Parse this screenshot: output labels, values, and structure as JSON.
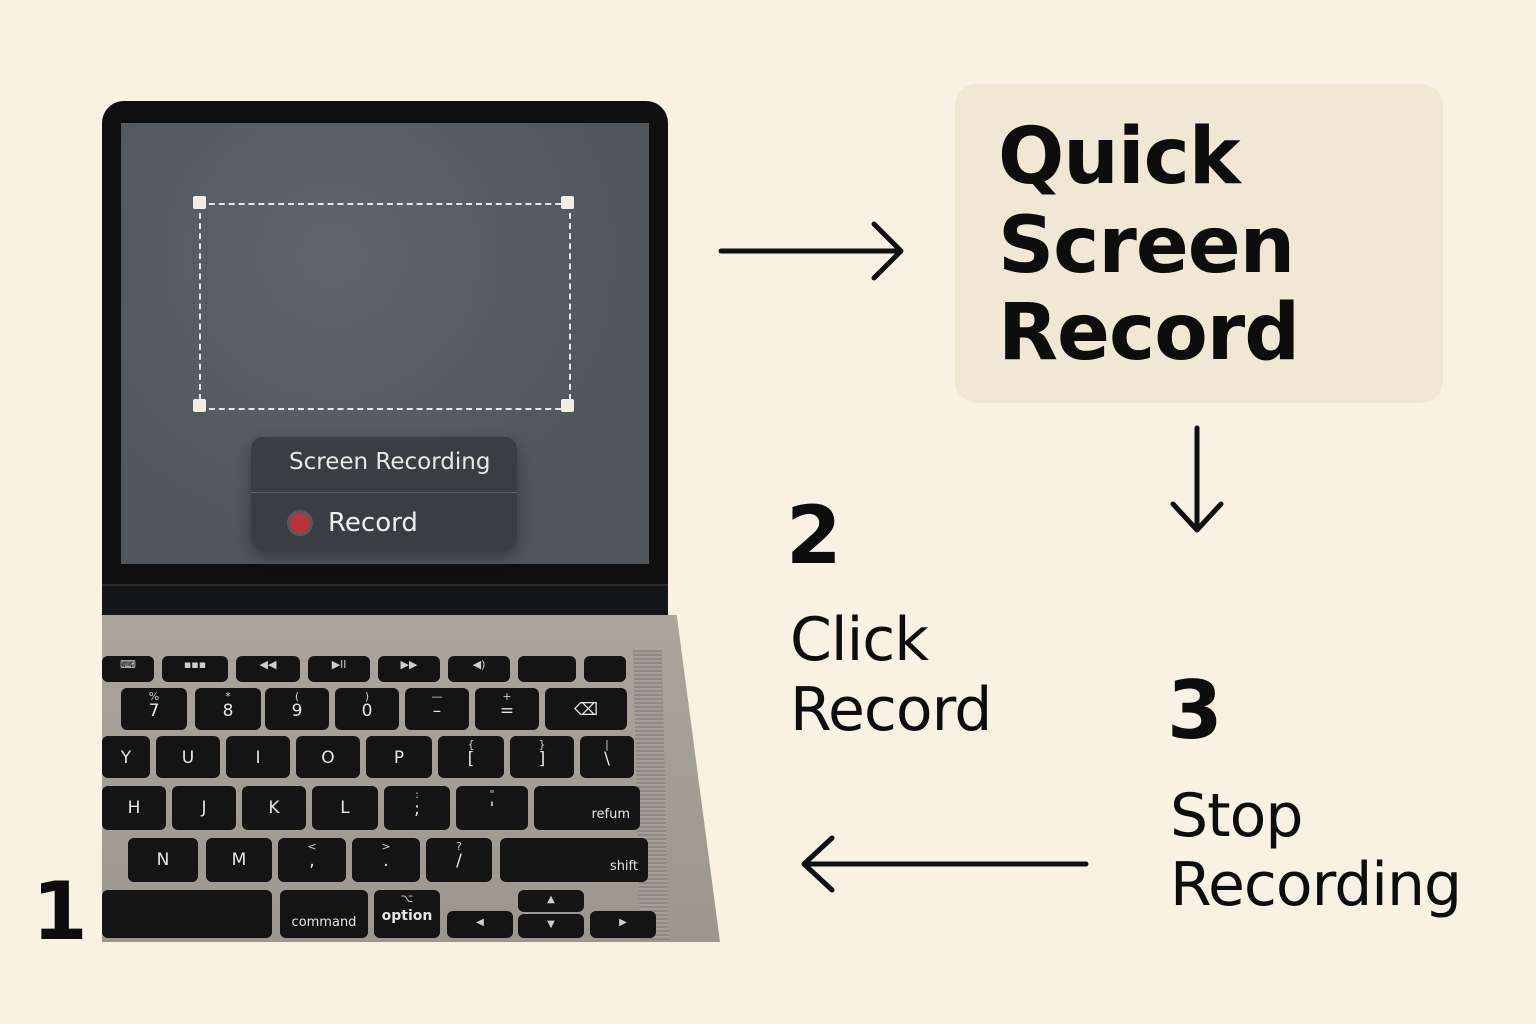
{
  "screen_panel": {
    "title": "Screen Recording",
    "record_label": "Record",
    "record_color": "#b8343b"
  },
  "title_card": {
    "lines": [
      "Quick",
      "Screen",
      "Record"
    ],
    "background": "#f1e7d5"
  },
  "steps": {
    "one": {
      "number": "1"
    },
    "two": {
      "number": "2",
      "line1": "Click",
      "line2": "Record"
    },
    "three": {
      "number": "3",
      "line1": "Stop",
      "line2": "Recording"
    }
  },
  "keyboard": {
    "fn_row": [
      "",
      "",
      "",
      "",
      "",
      "",
      "",
      ""
    ],
    "num_row": [
      [
        "%",
        "7"
      ],
      [
        "*",
        "8"
      ],
      [
        "(",
        "9"
      ],
      [
        ")",
        "0"
      ],
      [
        "—",
        "–"
      ],
      [
        "+",
        "="
      ]
    ],
    "top_row": [
      "Y",
      "U",
      "I",
      "O",
      "P",
      [
        "{",
        "["
      ],
      [
        "}",
        "]"
      ],
      [
        "|",
        "\\"
      ]
    ],
    "home_row": [
      "H",
      "J",
      "K",
      "L",
      [
        ":",
        ";"
      ],
      [
        "\"",
        "'"
      ]
    ],
    "bottom_row": [
      "N",
      "M",
      [
        "<",
        ","
      ],
      [
        ">",
        "."
      ],
      [
        "?",
        "/"
      ]
    ],
    "return_label": "refum",
    "shift_label": "shift",
    "command_label": "command",
    "option_label": "option",
    "option_symbol": "⌥"
  }
}
